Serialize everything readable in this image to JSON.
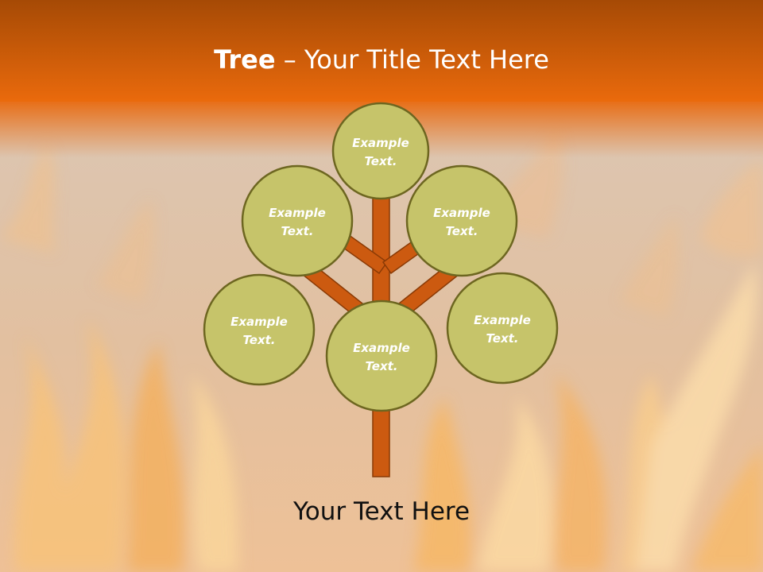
{
  "colors": {
    "header_top": "#a64a05",
    "header_bottom": "#ea6a0c",
    "flame_base": "#d6c6b6",
    "flame_glow": "#f6b767",
    "trunk": "#cc5a10",
    "trunk_stroke": "#8a3a05",
    "node_fill": "#c6c46a",
    "node_stroke": "#6d6620"
  },
  "header": {
    "title_bold": "Tree",
    "title_rest": " – Your Title Text Here"
  },
  "diagram": {
    "nodes": [
      {
        "id": "top",
        "line1": "Example",
        "line2": "Text."
      },
      {
        "id": "upper-left",
        "line1": "Example",
        "line2": "Text."
      },
      {
        "id": "upper-right",
        "line1": "Example",
        "line2": "Text."
      },
      {
        "id": "lower-left",
        "line1": "Example",
        "line2": "Text."
      },
      {
        "id": "center",
        "line1": "Example",
        "line2": "Text."
      },
      {
        "id": "lower-right",
        "line1": "Example",
        "line2": "Text."
      }
    ]
  },
  "footer": {
    "text": "Your Text Here"
  }
}
